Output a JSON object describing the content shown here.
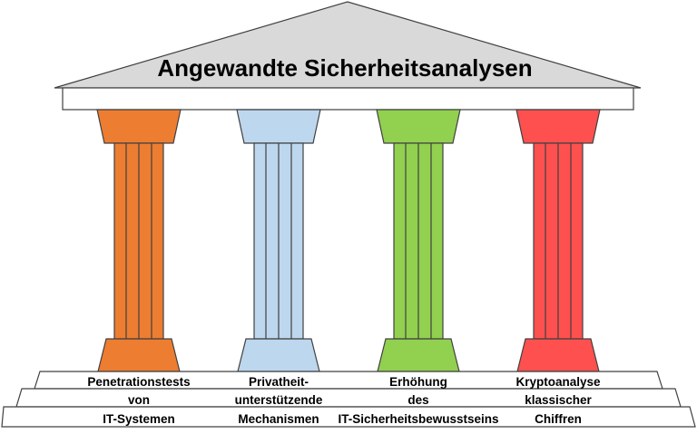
{
  "roof": {
    "title": "Angewandte Sicherheitsanalysen",
    "fill": "#d9d9d9"
  },
  "pillars": [
    {
      "lines": [
        "Penetrationstests",
        "von",
        "IT-Systemen"
      ],
      "color": "#ed7d31"
    },
    {
      "lines": [
        "Privatheit-",
        "unterstützende",
        "Mechanismen"
      ],
      "color": "#bdd7ee"
    },
    {
      "lines": [
        "Erhöhung",
        "des",
        "IT-Sicherheitsbewusstseins"
      ],
      "color": "#92d050"
    },
    {
      "lines": [
        "Kryptoanalyse",
        "klassischer",
        "Chiffren"
      ],
      "color": "#ff5050"
    }
  ]
}
